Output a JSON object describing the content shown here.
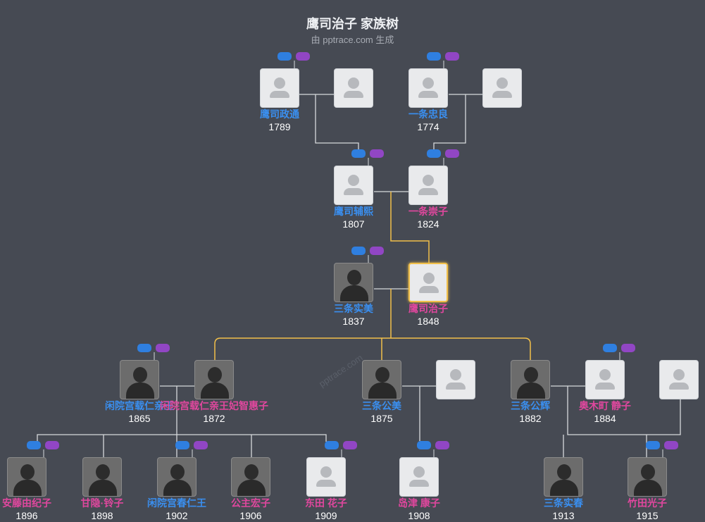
{
  "header": {
    "title": "鹰司治子 家族树",
    "subtitle": "由 pptrace.com 生成"
  },
  "watermark": "pptrace.com",
  "colors": {
    "male": "#3a8ff0",
    "female": "#e0479e",
    "line": "#d7d9dc",
    "highlight_line": "#f2c04a",
    "badge_blue": "#2f7fe0",
    "badge_purple": "#9146c4"
  },
  "people": [
    {
      "id": "p1",
      "name": "鹰司政通",
      "year": "1789",
      "gender": "male",
      "photo": false
    },
    {
      "id": "p2",
      "name": "",
      "year": "",
      "gender": "female",
      "photo": false
    },
    {
      "id": "p3",
      "name": "一条忠良",
      "year": "1774",
      "gender": "male",
      "photo": false
    },
    {
      "id": "p4",
      "name": "",
      "year": "",
      "gender": "female",
      "photo": false
    },
    {
      "id": "p5",
      "name": "鹰司辅熙",
      "year": "1807",
      "gender": "male",
      "photo": false
    },
    {
      "id": "p6",
      "name": "一条崇子",
      "year": "1824",
      "gender": "female",
      "photo": false
    },
    {
      "id": "p7",
      "name": "三条实美",
      "year": "1837",
      "gender": "male",
      "photo": true
    },
    {
      "id": "p8",
      "name": "鹰司治子",
      "year": "1848",
      "gender": "female",
      "photo": false,
      "selected": true
    },
    {
      "id": "p9",
      "name": "闲院宫载仁亲王",
      "year": "1865",
      "gender": "male",
      "photo": true
    },
    {
      "id": "p10",
      "name": "闲院宫载仁亲王妃智惠子",
      "year": "1872",
      "gender": "female",
      "photo": true
    },
    {
      "id": "p11",
      "name": "三条公美",
      "year": "1875",
      "gender": "male",
      "photo": true
    },
    {
      "id": "p12",
      "name": "",
      "year": "",
      "gender": "female",
      "photo": false
    },
    {
      "id": "p13",
      "name": "三条公辉",
      "year": "1882",
      "gender": "male",
      "photo": true
    },
    {
      "id": "p14",
      "name": "奥木町 静子",
      "year": "1884",
      "gender": "female",
      "photo": false
    },
    {
      "id": "p15",
      "name": "",
      "year": "",
      "gender": "female",
      "photo": false
    },
    {
      "id": "p16",
      "name": "安藤由纪子",
      "year": "1896",
      "gender": "female",
      "photo": true
    },
    {
      "id": "p17",
      "name": "甘隐·铃子",
      "year": "1898",
      "gender": "female",
      "photo": true
    },
    {
      "id": "p18",
      "name": "闲院宫春仁王",
      "year": "1902",
      "gender": "male",
      "photo": true
    },
    {
      "id": "p19",
      "name": "公主宏子",
      "year": "1906",
      "gender": "female",
      "photo": true
    },
    {
      "id": "p20",
      "name": "东田 花子",
      "year": "1909",
      "gender": "female",
      "photo": false
    },
    {
      "id": "p21",
      "name": "岛津 康子",
      "year": "1908",
      "gender": "female",
      "photo": false
    },
    {
      "id": "p22",
      "name": "三条实春",
      "year": "1913",
      "gender": "male",
      "photo": true
    },
    {
      "id": "p23",
      "name": "竹田光子",
      "year": "1915",
      "gender": "female",
      "photo": true
    }
  ]
}
